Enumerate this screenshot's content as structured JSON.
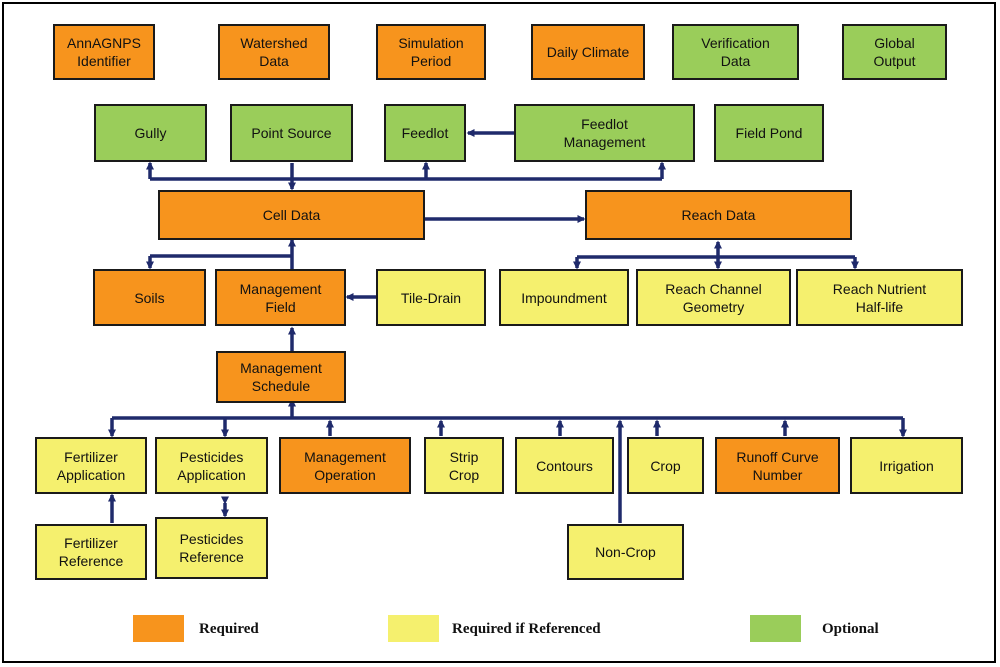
{
  "colors": {
    "required": "#F7941D",
    "required_if_referenced": "#F5F06E",
    "optional": "#9ACD5A",
    "connector": "#1F2A6B"
  },
  "nodes": {
    "annagnps_identifier": "AnnAGNPS\nIdentifier",
    "watershed_data": "Watershed\nData",
    "simulation_period": "Simulation\nPeriod",
    "daily_climate": "Daily Climate",
    "verification_data": "Verification\nData",
    "global_output": "Global\nOutput",
    "gully": "Gully",
    "point_source": "Point Source",
    "feedlot": "Feedlot",
    "feedlot_management": "Feedlot\nManagement",
    "field_pond": "Field Pond",
    "cell_data": "Cell Data",
    "reach_data": "Reach Data",
    "soils": "Soils",
    "management_field": "Management\nField",
    "tile_drain": "Tile-Drain",
    "impoundment": "Impoundment",
    "reach_channel_geometry": "Reach Channel\nGeometry",
    "reach_nutrient_half_life": "Reach Nutrient\nHalf-life",
    "management_schedule": "Management\nSchedule",
    "fertilizer_application": "Fertilizer\nApplication",
    "pesticides_application": "Pesticides\nApplication",
    "management_operation": "Management\nOperation",
    "strip_crop": "Strip\nCrop",
    "contours": "Contours",
    "crop": "Crop",
    "runoff_curve_number": "Runoff Curve\nNumber",
    "irrigation": "Irrigation",
    "fertilizer_reference": "Fertilizer\nReference",
    "pesticides_reference": "Pesticides\nReference",
    "non_crop": "Non-Crop"
  },
  "legend": {
    "required": "Required",
    "required_if_referenced": "Required if Referenced",
    "optional": "Optional"
  }
}
